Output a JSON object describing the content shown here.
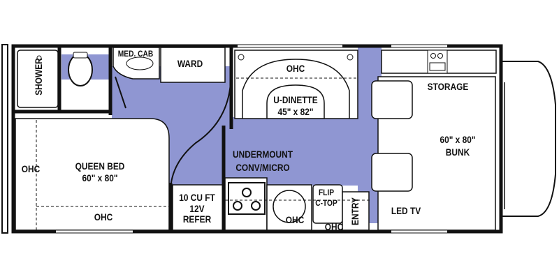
{
  "colors": {
    "floor": "#8f96d2",
    "wall": "#111111",
    "furniture": "#ffffff"
  },
  "labels": {
    "shower": "SHOWER",
    "med_cab": "MED. CAB",
    "ward": "WARD",
    "dinette_ohc": "OHC",
    "dinette_name": "U-DINETTE",
    "dinette_size": "45\" x 82\"",
    "storage": "STORAGE",
    "bunk_size": "60\" x 80\"",
    "bunk": "BUNK",
    "queen_bed": "QUEEN BED",
    "queen_size": "60\" x 80\"",
    "ohc_left": "OHC",
    "ohc_bed": "OHC",
    "undermount": "UNDERMOUNT",
    "conv_micro": "CONV/MICRO",
    "refer_1": "10 CU FT",
    "refer_2": "12V",
    "refer_3": "REFER",
    "ohc_sink": "OHC",
    "flip": "FLIP",
    "ctop": "C-TOP",
    "ohc_entry": "OHC",
    "entry": "ENTRY",
    "led_tv": "LED TV"
  }
}
